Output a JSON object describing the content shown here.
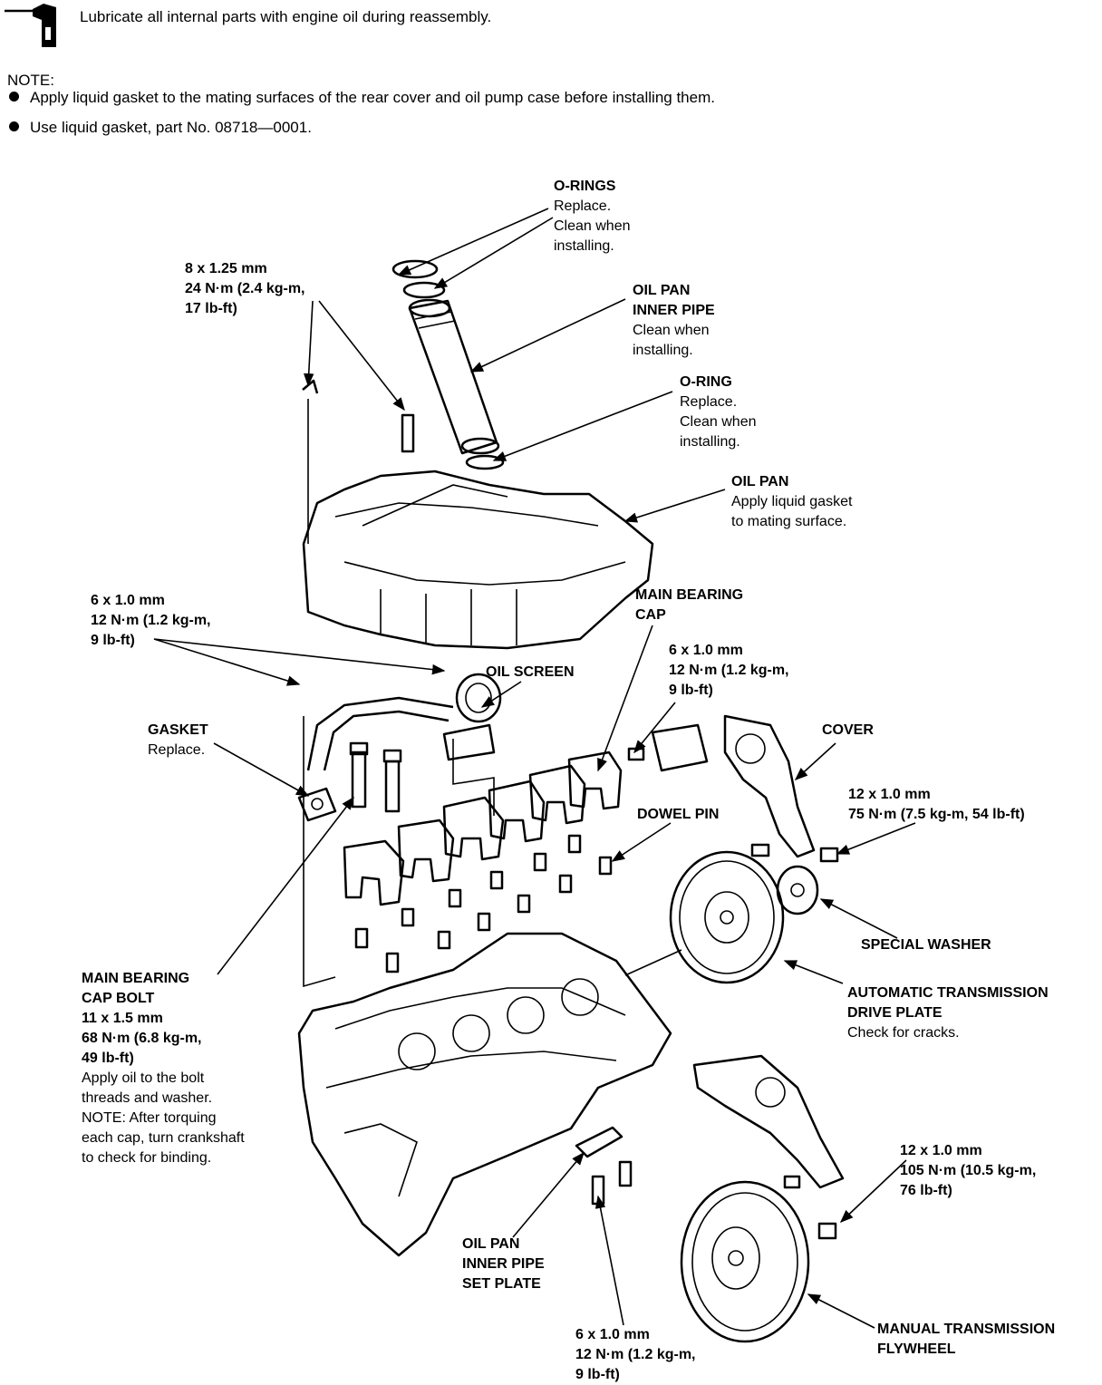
{
  "header": {
    "lubricate_text": "Lubricate all internal parts with engine oil during reassembly.",
    "note_title": "NOTE:",
    "notes": [
      "Apply liquid gasket to the mating surfaces of the rear cover and oil pump case before installing them.",
      "Use liquid gasket, part No. 08718—0001."
    ]
  },
  "icons": {
    "oil_can": "oil-can-icon",
    "bullet": "bullet-icon"
  },
  "callouts": {
    "o_rings": {
      "title": "O-RINGS",
      "lines": [
        "Replace.",
        "Clean when",
        "installing."
      ]
    },
    "bolt_8x125": {
      "lines": [
        "8 x 1.25 mm",
        "24 N·m (2.4 kg-m,",
        "17 lb-ft)"
      ]
    },
    "oil_pan_inner_pipe": {
      "title": [
        "OIL PAN",
        "INNER PIPE"
      ],
      "lines": [
        "Clean when",
        "installing."
      ]
    },
    "o_ring": {
      "title": "O-RING",
      "lines": [
        "Replace.",
        "Clean when",
        "installing."
      ]
    },
    "oil_pan": {
      "title": "OIL PAN",
      "lines": [
        "Apply liquid gasket",
        "to mating surface."
      ]
    },
    "bolt_6x10_left": {
      "lines": [
        "6 x 1.0 mm",
        "12 N·m (1.2 kg-m,",
        "9 lb-ft)"
      ]
    },
    "oil_screen": {
      "title": "OIL SCREEN"
    },
    "main_bearing_cap": {
      "title": [
        "MAIN BEARING",
        "CAP"
      ]
    },
    "bolt_6x10_right": {
      "lines": [
        "6 x 1.0 mm",
        "12 N·m (1.2 kg-m,",
        "9 lb-ft)"
      ]
    },
    "gasket": {
      "title": "GASKET",
      "lines": [
        "Replace."
      ]
    },
    "cover": {
      "title": "COVER"
    },
    "bolt_12x10_75": {
      "lines": [
        "12 x 1.0 mm",
        "75 N·m (7.5 kg-m, 54 lb-ft)"
      ]
    },
    "dowel_pin": {
      "title": "DOWEL PIN"
    },
    "special_washer": {
      "title": "SPECIAL WASHER"
    },
    "main_bearing_cap_bolt": {
      "title": [
        "MAIN BEARING",
        "CAP BOLT"
      ],
      "specs": [
        "11 x 1.5 mm",
        "68 N·m (6.8 kg-m,",
        "49 lb-ft)"
      ],
      "lines": [
        "Apply oil to the bolt",
        "threads and washer.",
        "NOTE:  After torquing",
        "each cap, turn crankshaft",
        "to check for binding."
      ]
    },
    "at_drive_plate": {
      "title": [
        "AUTOMATIC TRANSMISSION",
        "DRIVE PLATE"
      ],
      "lines": [
        "Check for cracks."
      ]
    },
    "bolt_12x10_105": {
      "lines": [
        "12 x 1.0 mm",
        "105 N·m (10.5 kg-m,",
        "76 lb-ft)"
      ]
    },
    "oil_pan_inner_pipe_set_plate": {
      "title": [
        "OIL PAN",
        "INNER PIPE",
        "SET PLATE"
      ]
    },
    "bolt_6x10_bottom": {
      "lines": [
        "6 x 1.0 mm",
        "12 N·m (1.2 kg-m,",
        "9 lb-ft)"
      ]
    },
    "mt_flywheel": {
      "title": [
        "MANUAL TRANSMISSION",
        "FLYWHEEL"
      ]
    }
  }
}
